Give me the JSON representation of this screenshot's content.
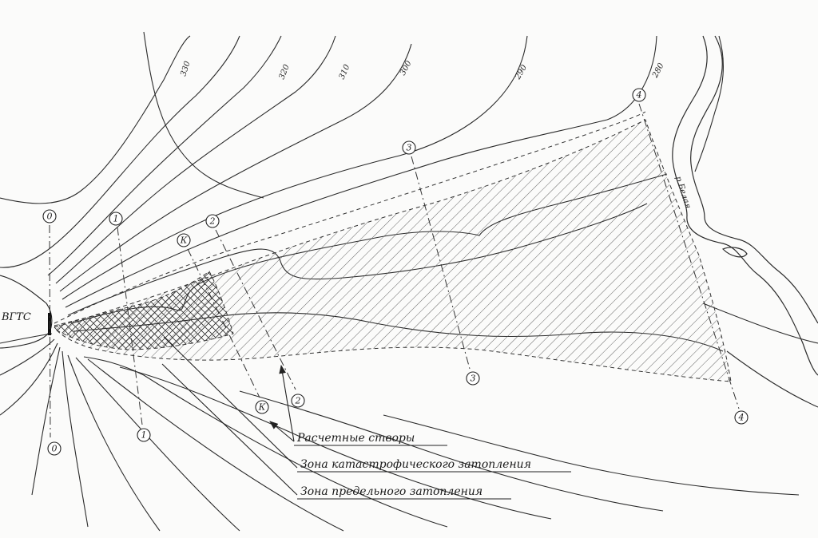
{
  "map": {
    "site_label": "ВГТС",
    "river_label": "р.Белая",
    "contour_labels": [
      "330",
      "320",
      "310",
      "300",
      "290",
      "280"
    ],
    "section_markers": {
      "s0_top": "0",
      "s0_bottom": "0",
      "s1_top": "1",
      "s1_bottom": "1",
      "sk_top": "К",
      "sk_bottom": "К",
      "s2_top": "2",
      "s2_bottom": "2",
      "s3_top": "3",
      "s3_bottom": "3",
      "s4_top": "4",
      "s4_bottom": "4"
    },
    "legend": {
      "sections": "Расчетные створы",
      "catastrophic_zone": "Зона катастрофического затопления",
      "limit_zone": "Зона предельного затопления"
    }
  }
}
